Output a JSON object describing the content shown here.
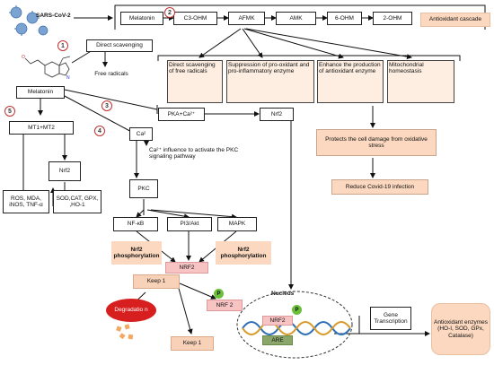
{
  "virus_label": "SARS-CoV-2",
  "top_chain": [
    "Melatonin",
    "C3-OHM",
    "AFMK",
    "AMK",
    "6-OHM",
    "2-OHM"
  ],
  "antioxidant_cascade": "Antioxidant cascade",
  "numbers": [
    "1",
    "2",
    "3",
    "4",
    "5"
  ],
  "direct_scavenging": "Direct scavenging",
  "free_radicals": "Free radicals",
  "melatonin": "Melatonin",
  "mt_receptor": "MT1+MT2",
  "nrf2_left": "Nrf2",
  "inhibited_markers": "ROS, MDA, iNOS, TNF-α",
  "induced_enzymes": "SOD,CAT, GPX, ,HO-1",
  "effects": [
    "Direct scavenging of free radicals",
    "Suppression of pro-oxidant and pro-inflammatory enzyme",
    "Enhance the production of antioxidant enzyme",
    "Mitochondrial homeostasis"
  ],
  "protects": "Protects the cell damage from oxidative stress",
  "reduce_covid": "Reduce Covid-19 infection",
  "pka": "PKA+Ca²⁺",
  "nrf2_mid": "Nrf2",
  "calcium": "Ca²",
  "calcium_influence": "Ca²⁺ influence to activate the PKC signaling pathway",
  "pkc": "PKC",
  "pathways": [
    "NF-κB",
    "PI3/Akt",
    "MAPK"
  ],
  "nrf2_phos_left": "Nrf2 phosphorylation",
  "nrf2_phos_right": "Nrf2 phosphorylation",
  "nrf2_center": "NRF2",
  "keep1_top": "Keep 1",
  "p_label": "P",
  "nrf2_p": "NRF 2",
  "degradation": "Degradatio n",
  "keep1_bottom": "Keep 1",
  "nucleus": "Nucleus",
  "nucleus_nrf2": "NRF2",
  "are": "ARE",
  "gene_transcription": "Gene Transcription",
  "antioxidant_enzymes": "Antioxidant enzymes (HO-I, SOD, GPx, Catalase)"
}
